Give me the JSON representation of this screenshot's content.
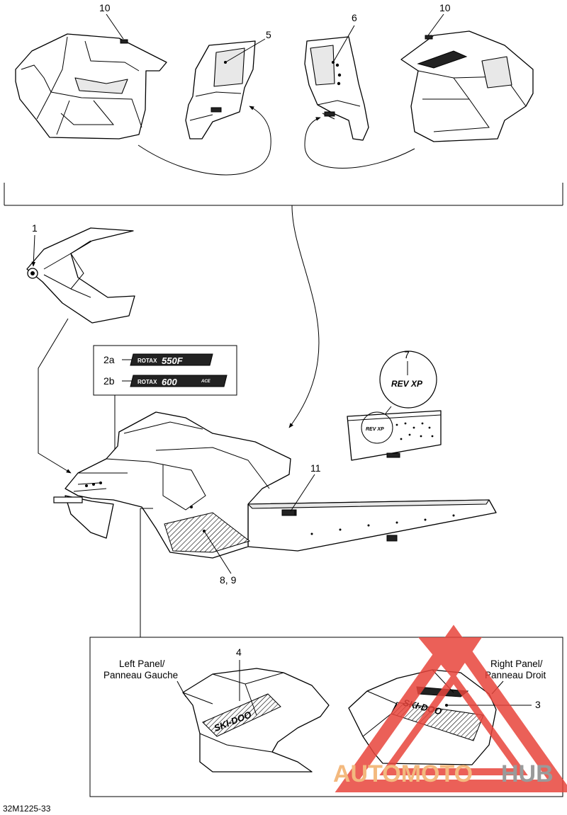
{
  "callouts": {
    "c1": "1",
    "c2a": "2a",
    "c2b": "2b",
    "c3": "3",
    "c4": "4",
    "c5": "5",
    "c6": "6",
    "c7": "7",
    "c8_9": "8, 9",
    "c10_left": "10",
    "c10_right": "10",
    "c11": "11"
  },
  "decals": {
    "d2a_brand": "ROTAX",
    "d2a_model": "550F",
    "d2b_brand": "ROTAX",
    "d2b_model": "600",
    "d2b_suffix": "ACE",
    "d7_logo": "REV XP",
    "d4_logo": "SKI-DOO"
  },
  "labels": {
    "left_panel_line1": "Left Panel/",
    "left_panel_line2": "Panneau Gauche",
    "right_panel_line1": "Right Panel/",
    "right_panel_line2": "Panneau Droit"
  },
  "figure_code": "32M1225-33",
  "watermark": {
    "part1": "AUTOMOTO",
    "part2": "HUB",
    "color_part1": "#f3b97e",
    "color_part2": "#9a9a9a",
    "triangle_color": "#e8453c"
  }
}
